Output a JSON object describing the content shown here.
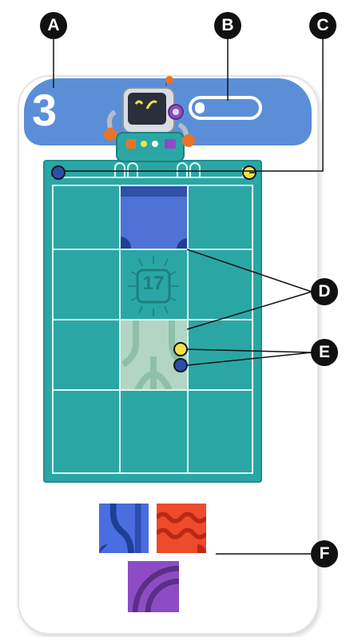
{
  "callouts": {
    "a": "A",
    "b": "B",
    "c": "C",
    "d": "D",
    "e": "E",
    "f": "F"
  },
  "header": {
    "level": "3",
    "color": "#5a8fd8"
  },
  "board": {
    "rows": 4,
    "cols": 3,
    "center_number": "17",
    "color": "#2aa7a5",
    "start_dots": [
      {
        "color": "blue",
        "hex": "#2c4fa6"
      },
      {
        "color": "yellow",
        "hex": "#f2e24a"
      }
    ]
  },
  "pieces": [
    {
      "name": "blue-curve-piece",
      "color": "#4a6ee0"
    },
    {
      "name": "red-wave-piece",
      "color": "#ee4b2b"
    },
    {
      "name": "purple-arc-piece",
      "color": "#8d4cc4"
    }
  ]
}
